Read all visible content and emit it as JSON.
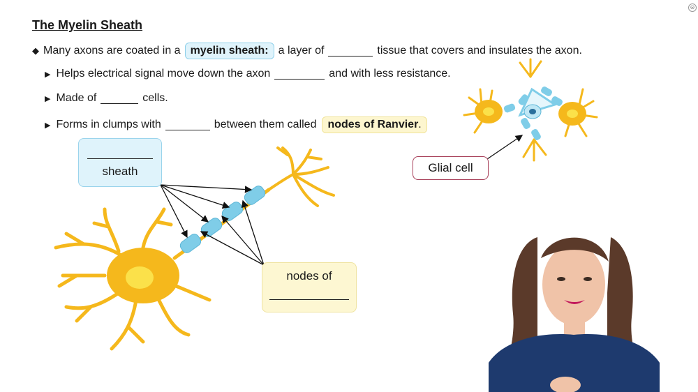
{
  "title": "The Myelin Sheath",
  "main_bullet": {
    "prefix": "Many axons are coated in a",
    "highlight": "myelin sheath:",
    "middle": "a layer of",
    "suffix": "tissue that covers and insulates the axon."
  },
  "sub_bullets": [
    {
      "prefix": "Helps electrical signal move down the axon",
      "suffix": "and with less resistance."
    },
    {
      "prefix": "Made of",
      "suffix": "cells."
    },
    {
      "prefix": "Forms in clumps with",
      "middle": "between them called",
      "highlight": "nodes of Ranvier",
      "suffix": "."
    }
  ],
  "labels": {
    "sheath": "sheath",
    "nodes_of": "nodes of",
    "glial_cell": "Glial cell"
  },
  "colors": {
    "neuron": "#f5b81c",
    "myelin": "#7fcde8",
    "sheath_box": "#dff3fb",
    "nodes_box": "#fdf7d2",
    "glial_border": "#a8405a"
  }
}
